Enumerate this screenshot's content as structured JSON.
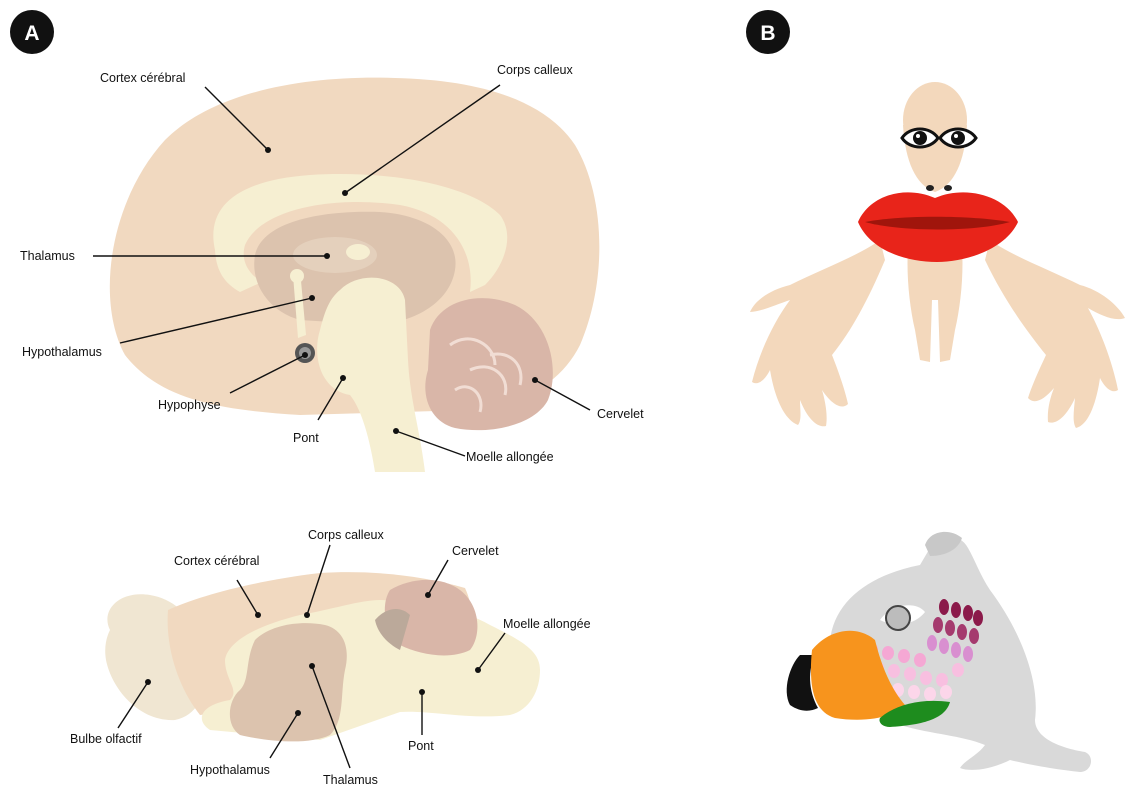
{
  "panels": {
    "a": {
      "badge": "A"
    },
    "b": {
      "badge": "B"
    }
  },
  "human_brain_labels": {
    "cortex": "Cortex cérébral",
    "corpus_callosum": "Corps calleux",
    "thalamus": "Thalamus",
    "hypothalamus": "Hypothalamus",
    "pituitary": "Hypophyse",
    "pons": "Pont",
    "medulla": "Moelle allongée",
    "cerebellum": "Cervelet"
  },
  "rat_brain_labels": {
    "cortex": "Cortex cérébral",
    "corpus_callosum": "Corps calleux",
    "cerebellum": "Cervelet",
    "medulla": "Moelle allongée",
    "olfactory_bulb": "Bulbe olfactif",
    "pons": "Pont",
    "hypothalamus": "Hypothalamus",
    "thalamus": "Thalamus"
  },
  "colors": {
    "cortex": "#f1d9c0",
    "white_matter": "#f6efd2",
    "thalamus": "#dcc3ae",
    "cerebellum": "#d9b6a8",
    "olfactory_bulb": "#f0e6d2",
    "skin": "#f3d8bc",
    "lips": "#e8241a",
    "rat_body": "#d9d9d9",
    "rat_mouth": "#f7941d",
    "rat_tongue": "#1e8c1e",
    "badge": "#111111"
  }
}
